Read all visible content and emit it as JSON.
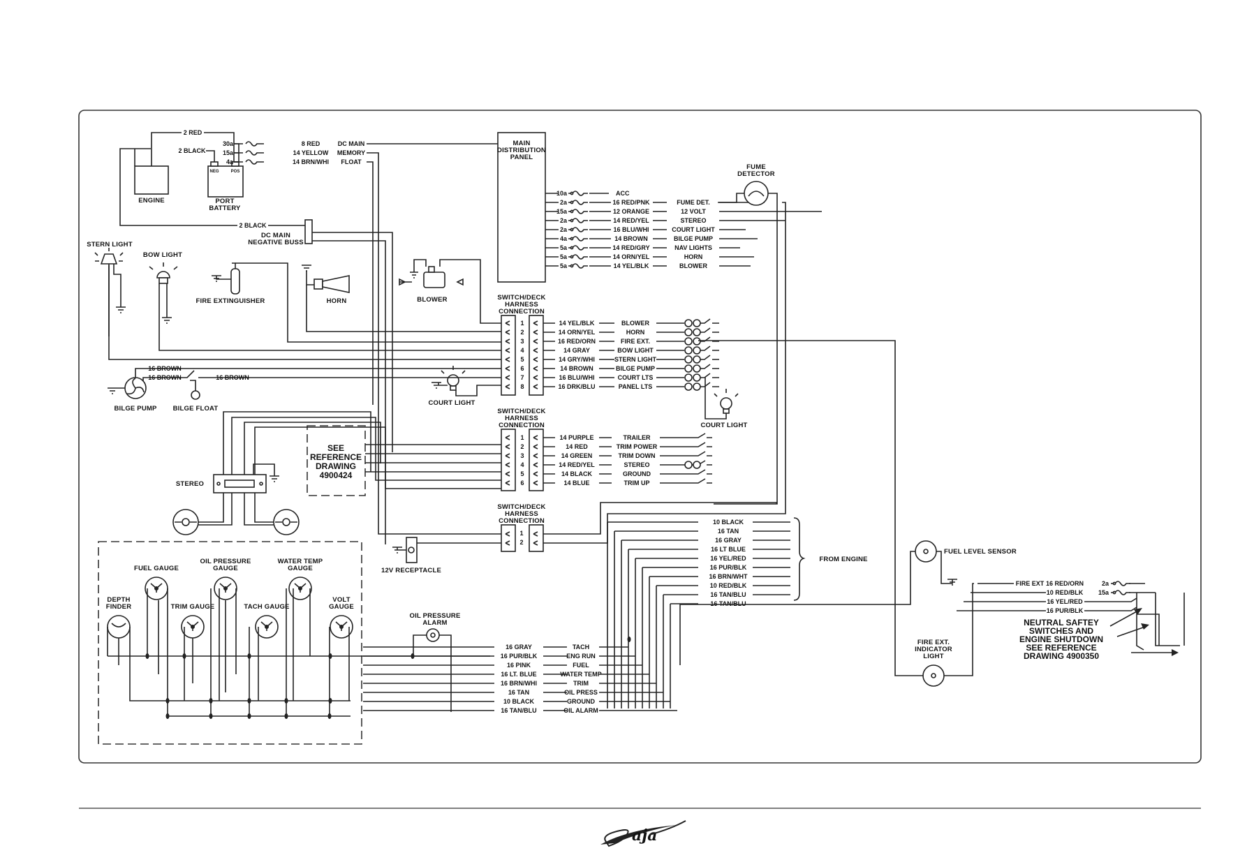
{
  "components": {
    "engine": "ENGINE",
    "port_battery": [
      "PORT",
      "BATTERY"
    ],
    "neg_term": "NEG",
    "pos_term": "POS",
    "dc_main_buss": [
      "DC MAIN",
      "NEGATIVE BUSS"
    ],
    "main_panel": [
      "MAIN",
      "DISTRIBUTION",
      "PANEL"
    ],
    "fume_detector": [
      "FUME",
      "DETECTOR"
    ],
    "stern_light": "STERN LIGHT",
    "bow_light": "BOW LIGHT",
    "fire_extinguisher": "FIRE EXTINGUISHER",
    "horn": "HORN",
    "blower": "BLOWER",
    "court_light": "COURT LIGHT",
    "bilge_pump": "BILGE PUMP",
    "bilge_float": "BILGE FLOAT",
    "stereo": "STEREO",
    "see_reference": [
      "SEE",
      "REFERENCE",
      "DRAWING",
      "4900424"
    ],
    "receptacle": "12V RECEPTACLE",
    "fuel_gauge": "FUEL GAUGE",
    "oil_pressure_gauge": [
      "OIL PRESSURE",
      "GAUGE"
    ],
    "water_temp_gauge": [
      "WATER TEMP",
      "GAUGE"
    ],
    "depth_finder": [
      "DEPTH",
      "FINDER"
    ],
    "trim_gauge": "TRIM GAUGE",
    "tach_gauge": "TACH GAUGE",
    "volt_gauge": [
      "VOLT",
      "GAUGE"
    ],
    "oil_pressure_alarm": [
      "OIL PRESSURE",
      "ALARM"
    ],
    "fuel_level_sensor": "FUEL LEVEL SENSOR",
    "fire_ext_light": [
      "FIRE EXT.",
      "INDICATOR",
      "LIGHT"
    ],
    "from_engine": "FROM ENGINE",
    "neutral_note": [
      "NEUTRAL SAFTEY",
      "SWITCHES AND",
      "ENGINE SHUTDOWN",
      "SEE REFERENCE",
      "DRAWING 4900350"
    ],
    "harness_connection": [
      "SWITCH/DECK",
      "HARNESS",
      "CONNECTION"
    ]
  },
  "battery_wires": {
    "top_red": "2 RED",
    "top_black": "2 BLACK",
    "buss_black": "2 BLACK"
  },
  "battery_circuits": [
    {
      "fuse": "30a",
      "wire": "8 RED",
      "dest": "DC MAIN"
    },
    {
      "fuse": "15a",
      "wire": "14 YELLOW",
      "dest": "MEMORY"
    },
    {
      "fuse": "4a",
      "wire": "14 BRN/WHI",
      "dest": "FLOAT"
    }
  ],
  "panel_circuits": [
    {
      "fuse": "10a",
      "wire": "",
      "dest": "ACC"
    },
    {
      "fuse": "2a",
      "wire": "16 RED/PNK",
      "dest": "FUME DET."
    },
    {
      "fuse": "15a",
      "wire": "12 ORANGE",
      "dest": "12 VOLT"
    },
    {
      "fuse": "2a",
      "wire": "14 RED/YEL",
      "dest": "STEREO"
    },
    {
      "fuse": "2a",
      "wire": "16 BLU/WHI",
      "dest": "COURT LIGHT"
    },
    {
      "fuse": "4a",
      "wire": "14 BROWN",
      "dest": "BILGE PUMP"
    },
    {
      "fuse": "5a",
      "wire": "14 RED/GRY",
      "dest": "NAV LIGHTS"
    },
    {
      "fuse": "5a",
      "wire": "14 ORN/YEL",
      "dest": "HORN"
    },
    {
      "fuse": "5a",
      "wire": "14 YEL/BLK",
      "dest": "BLOWER"
    }
  ],
  "harness1": [
    {
      "pin": "1",
      "wire": "14 YEL/BLK",
      "dest": "BLOWER"
    },
    {
      "pin": "2",
      "wire": "14 ORN/YEL",
      "dest": "HORN"
    },
    {
      "pin": "3",
      "wire": "16 RED/ORN",
      "dest": "FIRE EXT."
    },
    {
      "pin": "4",
      "wire": "14 GRAY",
      "dest": "BOW LIGHT"
    },
    {
      "pin": "5",
      "wire": "14 GRY/WHI",
      "dest": "STERN LIGHT"
    },
    {
      "pin": "6",
      "wire": "14 BROWN",
      "dest": "BILGE PUMP"
    },
    {
      "pin": "7",
      "wire": "16 BLU/WHI",
      "dest": "COURT LTS"
    },
    {
      "pin": "8",
      "wire": "16 DRK/BLU",
      "dest": "PANEL LTS"
    }
  ],
  "harness2": [
    {
      "pin": "1",
      "wire": "14 PURPLE",
      "dest": "TRAILER"
    },
    {
      "pin": "2",
      "wire": "14 RED",
      "dest": "TRIM POWER"
    },
    {
      "pin": "3",
      "wire": "14 GREEN",
      "dest": "TRIM DOWN"
    },
    {
      "pin": "4",
      "wire": "14 RED/YEL",
      "dest": "STEREO"
    },
    {
      "pin": "5",
      "wire": "14 BLACK",
      "dest": "GROUND"
    },
    {
      "pin": "6",
      "wire": "14 BLUE",
      "dest": "TRIM UP"
    }
  ],
  "harness3": [
    {
      "pin": "1"
    },
    {
      "pin": "2"
    }
  ],
  "bilge_wires": {
    "a": "16 BROWN",
    "b": "16 BROWN",
    "c": "16 BROWN"
  },
  "engine_wires": [
    "10 BLACK",
    "16 TAN",
    "16 GRAY",
    "16 LT BLUE",
    "16 YEL/RED",
    "16 PUR/BLK",
    "16 BRN/WHT",
    "10 RED/BLK",
    "16 TAN/BLU",
    "16 TAN/BLU"
  ],
  "gauge_wires": [
    {
      "wire": "16 GRAY",
      "dest": "TACH"
    },
    {
      "wire": "16 PUR/BLK",
      "dest": "ENG RUN"
    },
    {
      "wire": "16 PINK",
      "dest": "FUEL"
    },
    {
      "wire": "16 LT. BLUE",
      "dest": "WATER TEMP"
    },
    {
      "wire": "16 BRN/WHI",
      "dest": "TRIM"
    },
    {
      "wire": "16 TAN",
      "dest": "OIL PRESS"
    },
    {
      "wire": "10 BLACK",
      "dest": "GROUND"
    },
    {
      "wire": "16 TAN/BLU",
      "dest": "OIL ALARM"
    }
  ],
  "right_circuits": [
    {
      "label": "FIRE EXT",
      "wire": "16 RED/ORN",
      "fuse": "2a"
    },
    {
      "label": "",
      "wire": "10 RED/BLK",
      "fuse": "15a"
    },
    {
      "label": "",
      "wire": "16 YEL/RED",
      "fuse": ""
    },
    {
      "label": "",
      "wire": "16 PUR/BLK",
      "fuse": ""
    }
  ]
}
